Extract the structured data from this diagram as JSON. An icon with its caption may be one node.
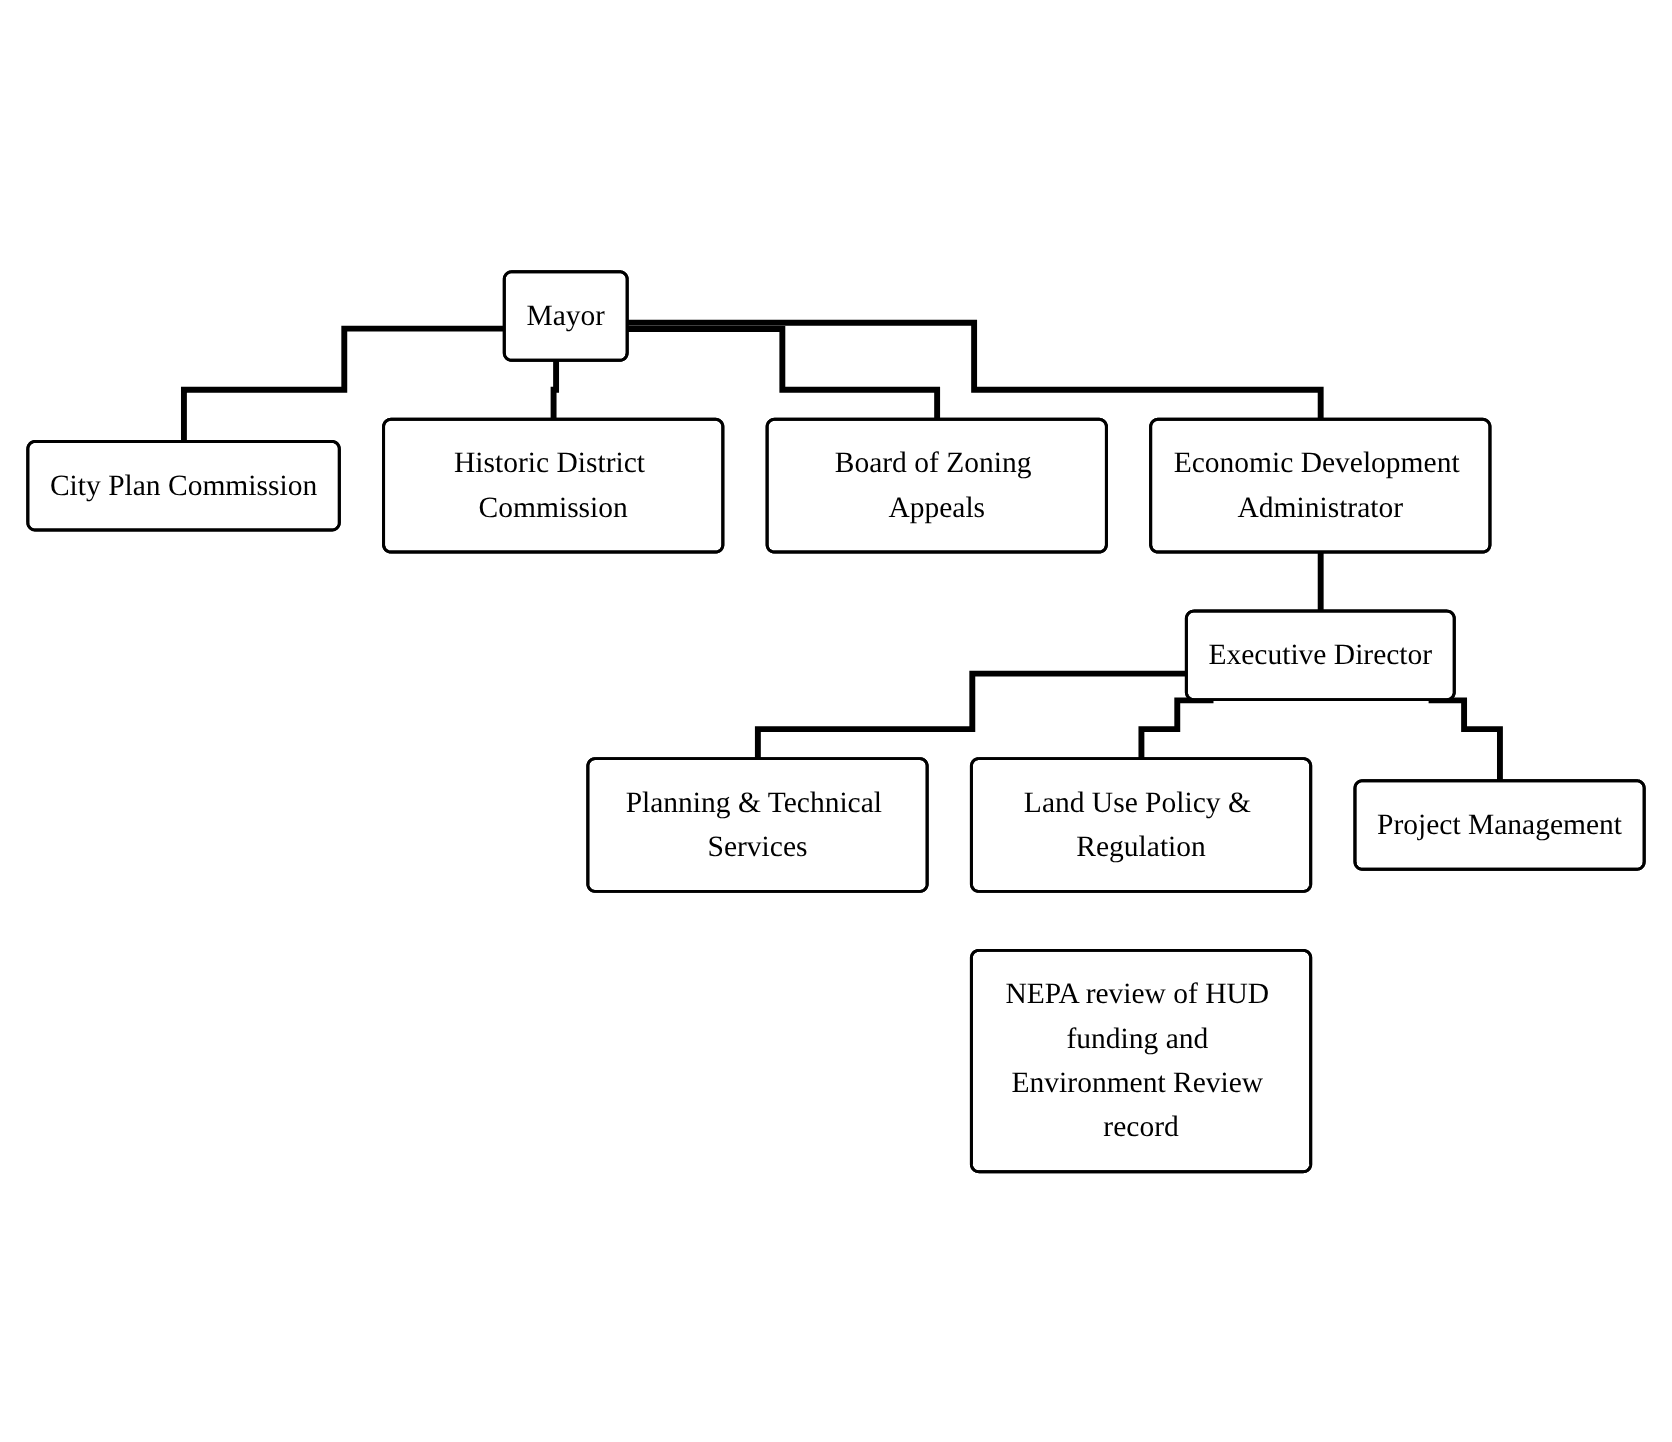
{
  "diagram": {
    "nodes": [
      {
        "text": [
          "Mayor"
        ]
      },
      {
        "text": [
          "City Plan Commission"
        ]
      },
      {
        "text": [
          "Historic District Commission"
        ]
      },
      {
        "text": [
          "Board of Zoning Appeals"
        ]
      },
      {
        "text": [
          "Economic Development Administrator"
        ]
      },
      {
        "text": [
          "Executive Director"
        ]
      },
      {
        "text": [
          "Planning & Technical Services"
        ]
      },
      {
        "text": [
          "Land Use Policy & Regulation"
        ]
      },
      {
        "text": [
          "Project Management"
        ]
      },
      {
        "text": [
          "NEPA review of HUD funding and Environment Review record"
        ]
      }
    ],
    "edges": [
      {
        "from": 0,
        "to": 1,
        "arrow": "none"
      },
      {
        "from": 0,
        "to": 2,
        "arrow": "none"
      },
      {
        "from": 0,
        "to": 3,
        "arrow": "none"
      },
      {
        "from": 0,
        "to": 4,
        "arrow": "none"
      },
      {
        "from": 4,
        "to": 5,
        "arrow": "none"
      },
      {
        "from": 5,
        "to": 6,
        "arrow": "none"
      },
      {
        "from": 5,
        "to": 7,
        "arrow": "none"
      },
      {
        "from": 5,
        "to": 8,
        "arrow": "none"
      }
    ]
  }
}
